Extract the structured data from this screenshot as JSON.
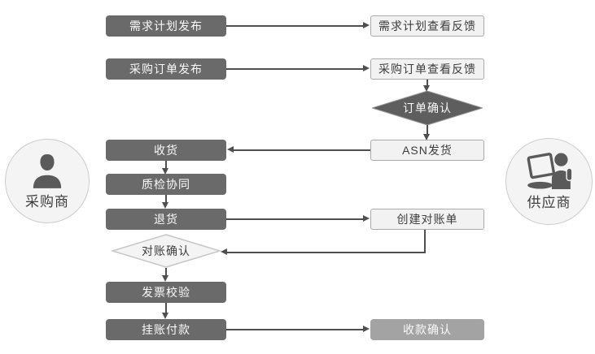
{
  "diagram": {
    "actors": {
      "buyer": {
        "label": "采购商",
        "icon": "person-icon"
      },
      "supplier": {
        "label": "供应商",
        "icon": "person-laptop-icon"
      }
    },
    "nodes": {
      "demand_plan_publish": "需求计划发布",
      "demand_plan_view": "需求计划查看反馈",
      "po_publish": "采购订单发布",
      "po_view": "采购订单查看反馈",
      "order_confirm": "订单确认",
      "receive_goods": "收货",
      "asn_ship": "ASN发货",
      "quality_collab": "质检协同",
      "return_goods": "退货",
      "create_statement": "创建对账单",
      "reconcile_confirm": "对账确认",
      "invoice_check": "发票校验",
      "payment_on_account": "挂账付款",
      "receipt_confirm": "收款确认"
    },
    "colors": {
      "dark_node": "#6a6a6a",
      "dark_diamond": "#5e5e5e",
      "light_bg": "#f2f2f2",
      "light_border": "#ababab",
      "light_diamond_bg": "#f4f4f4",
      "light_diamond_border": "#c6c6c6",
      "gray_node": "#a3a3a3",
      "connector": "#4f4f4f",
      "circle_bg": "#f4f4f4",
      "circle_border": "#cccccc",
      "icon": "#5a5a5a",
      "text_dark": "#3d3d3d",
      "text_light": "#fafafa"
    }
  }
}
